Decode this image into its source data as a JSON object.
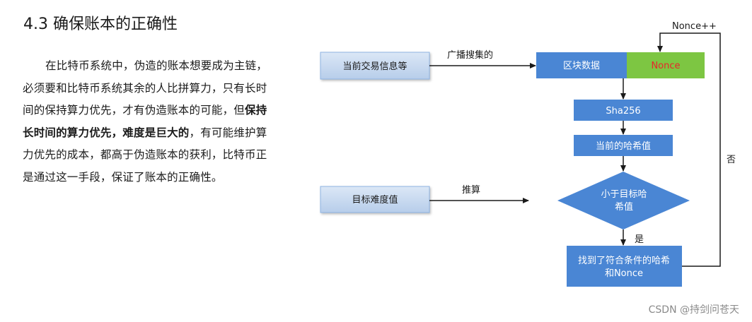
{
  "section": {
    "title": "4.3 确保账本的正确性"
  },
  "paragraph": {
    "before_bold": "在比特币系统中，伪造的账本想要成为主链，必须要和比特币系统其余的人比拼算力，只有长时间的保持算力优先，才有伪造账本的可能，但",
    "bold": "保持长时间的算力优先，难度是巨大的",
    "after_bold": "，有可能维护算力优先的成本，都高于伪造账本的获利，比特币正是通过这一手段，保证了账本的正确性。"
  },
  "diagram": {
    "colors": {
      "input_box": "#c6d9f1",
      "input_border": "#8eb4e3",
      "process_box": "#4a86d4",
      "nonce_box": "#7dc642",
      "nonce_text": "#e8262b",
      "arrow": "#1a1a1a"
    },
    "nodes": {
      "tx_info": "当前交易信息等",
      "block_data": "区块数据",
      "nonce": "Nonce",
      "sha256": "Sha256",
      "current_hash": "当前的哈希值",
      "target_difficulty": "目标难度值",
      "compare_line1": "小于目标哈",
      "compare_line2": "希值",
      "found_line1": "找到了符合条件的哈希",
      "found_line2": "和Nonce"
    },
    "edge_labels": {
      "broadcast": "广播搜集的",
      "derive": "推算",
      "yes": "是",
      "no": "否",
      "nonce_increment": "Nonce++"
    }
  },
  "watermark": "CSDN @持剑问苍天"
}
